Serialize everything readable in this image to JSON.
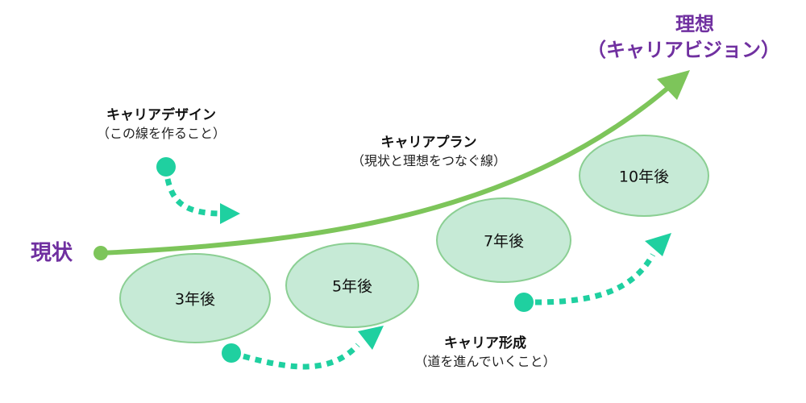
{
  "current": "現状",
  "ideal": {
    "title": "理想",
    "subtitle": "（キャリアビジョン）"
  },
  "career_design": {
    "title": "キャリアデザイン",
    "subtitle": "（この線を作ること）"
  },
  "career_plan": {
    "title": "キャリアプラン",
    "subtitle": "（現状と理想をつなぐ線）"
  },
  "career_formation": {
    "title": "キャリア形成",
    "subtitle": "（道を進んでいくこと）"
  },
  "milestones": [
    "3年後",
    "5年後",
    "7年後",
    "10年後"
  ],
  "colors": {
    "main_line": "#7dc55a",
    "dotted_arrow": "#1fd0a0",
    "ellipse_fill": "#c6ead6",
    "ellipse_stroke": "#8bcf93",
    "accent_text": "#7030a0"
  }
}
